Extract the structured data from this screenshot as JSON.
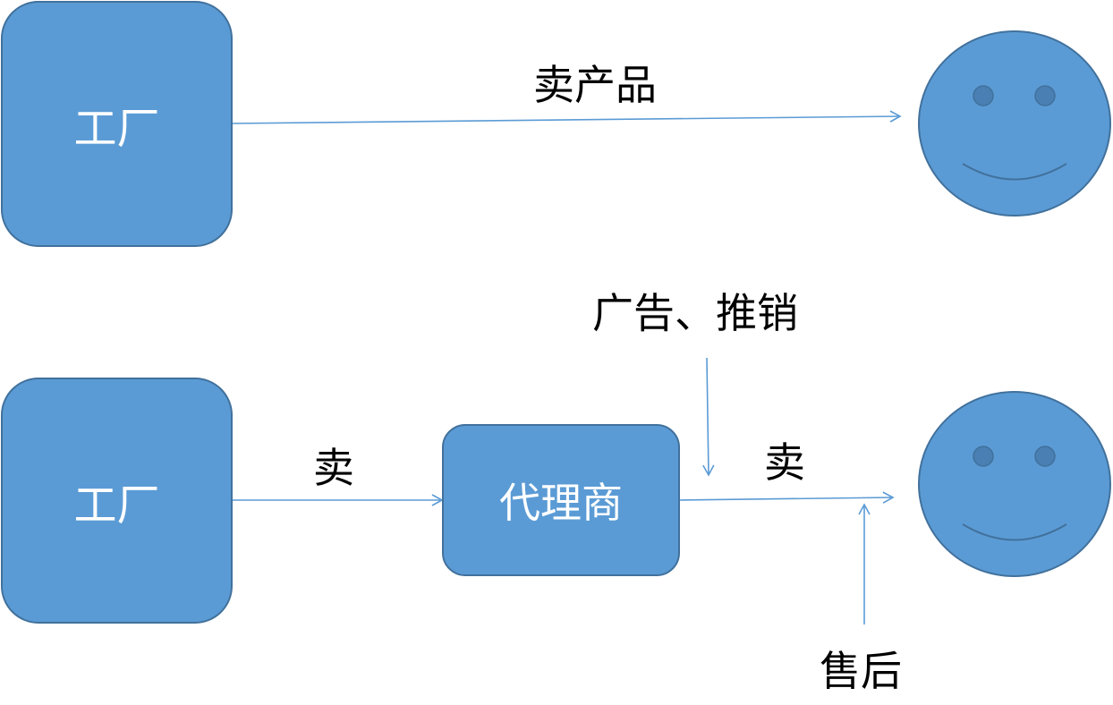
{
  "top_row": {
    "factory_label": "工厂",
    "edge_label": "卖产品"
  },
  "bottom_row": {
    "factory_label": "工厂",
    "agent_label": "代理商",
    "edge1_label": "卖",
    "edge2_label": "卖",
    "advertising_label": "广告、推销",
    "after_sales_label": "售后"
  },
  "colors": {
    "box_fill": "#5b9bd5",
    "box_stroke": "#41719c",
    "arrow": "#5b9bd5"
  }
}
